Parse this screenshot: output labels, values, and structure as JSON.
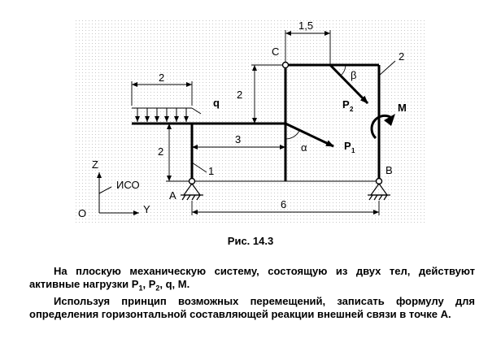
{
  "figure": {
    "points": {
      "A": "A",
      "B": "B",
      "C": "C"
    },
    "bodies": {
      "body1": "1",
      "body2": "2"
    },
    "loads": {
      "q": "q",
      "P1": "P",
      "P1_sub": "1",
      "P2": "P",
      "P2_sub": "2",
      "M": "M"
    },
    "angles": {
      "alpha": "α",
      "beta": "β"
    },
    "dimensions": {
      "q_width": "2",
      "left_height": "2",
      "upper_height": "2",
      "p2_offset": "1,5",
      "beam_length": "3",
      "span": "6"
    },
    "axes": {
      "z": "Z",
      "y": "Y",
      "origin": "O",
      "frame": "ИСО"
    }
  },
  "caption": "Рис. 14.3",
  "task": {
    "p1_text": "На плоскую механическую систему, состоящую из двух тел, действуют активные нагрузки ",
    "loads": [
      "P",
      "1",
      ", P",
      "2",
      ", q, M."
    ],
    "p2_text": "Используя принцип возможных перемещений, записать формулу для определения горизонтальной составляющей реакции внешней связи в точке А."
  }
}
